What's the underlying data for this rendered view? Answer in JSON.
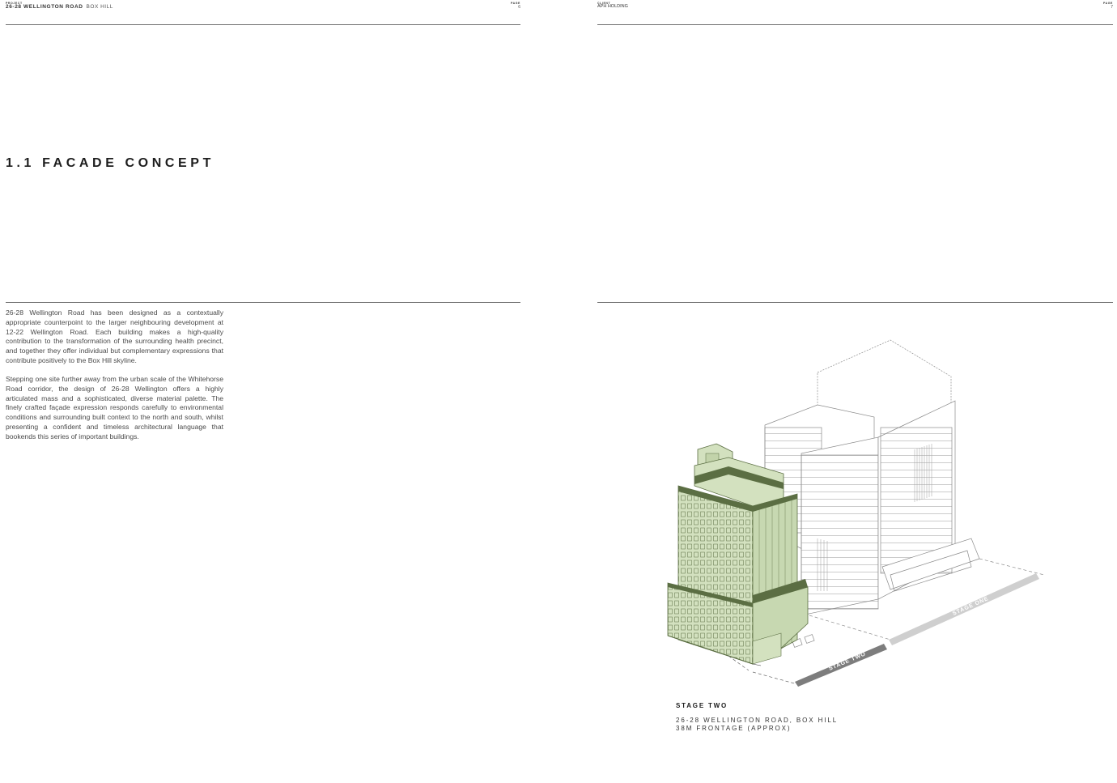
{
  "left_page": {
    "project_label": "PROJECT",
    "project_name": "26-28 WELLINGTON ROAD",
    "project_location": "BOX HILL",
    "page_label": "PAGE",
    "page_number": "6",
    "title": "1.1 FACADE CONCEPT",
    "paragraphs": [
      "26-28 Wellington Road has been designed as a contextually appropriate counterpoint to the larger neighbouring development at 12-22 Wellington Road. Each building makes a high-quality contribution to the transformation of the surrounding health precinct, and together they offer individual but complementary expressions that contribute positively to the Box Hill skyline.",
      "Stepping one site further away from the urban scale of the Whitehorse Road corridor, the design of 26-28 Wellington offers a highly articulated mass and a sophisticated, diverse material palette. The finely crafted façade expression responds carefully to environmental conditions and surrounding built context to the north and south, whilst presenting a confident and timeless architectural language that bookends this series of important buildings."
    ]
  },
  "right_page": {
    "client_label": "CLIENT",
    "client_name": "APH HOLDING",
    "page_label": "PAGE",
    "page_number": "7",
    "diagram": {
      "stage_two_label": "STAGE TWO",
      "stage_one_label": "STAGE ONE",
      "colors": {
        "stage_two_fill": "#d3e1bf",
        "stage_two_dark": "#5b6e43",
        "outline": "#8a8a8a",
        "strip_dark": "#7d7d7d",
        "strip_light": "#cfcfcf"
      }
    },
    "caption": {
      "title": "STAGE TWO",
      "line1": "26-28 WELLINGTON ROAD, BOX HILL",
      "line2": "38M FRONTAGE (APPROX)"
    }
  }
}
